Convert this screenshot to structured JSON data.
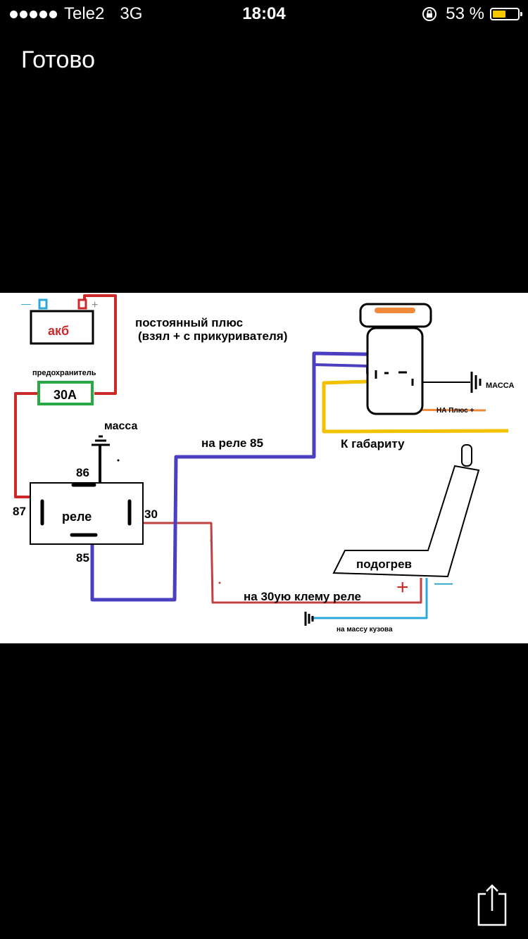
{
  "status_bar": {
    "carrier": "Tele2",
    "network": "3G",
    "time": "18:04",
    "battery_percent": "53 %",
    "battery_level": 0.53,
    "battery_color": "#f7c700",
    "icons": [
      "signal-dots-icon",
      "rotation-lock-icon",
      "battery-icon"
    ]
  },
  "nav": {
    "done_label": "Готово"
  },
  "diagram": {
    "battery_label": "акб",
    "battery_minus": "—",
    "battery_plus": "+",
    "fuse_caption": "предохранитель",
    "fuse_label": "30А",
    "constant_plus_line1": "постоянный плюс",
    "constant_plus_line2": "(взял + с прикуривателя)",
    "ground_label": "масса",
    "relay_label": "реле",
    "pin_86": "86",
    "pin_87": "87",
    "pin_30": "30",
    "pin_85": "85",
    "to_relay_85": "на реле 85",
    "switch_ground": "МАССА",
    "switch_plus": "НА Плюс +",
    "to_marker": "К габариту",
    "heater_label": "подогрев",
    "heater_plus": "+",
    "heater_minus": "—",
    "to_relay_30": "на 30ую клему реле",
    "to_body_ground": "на массу кузова",
    "colors": {
      "red": "#cc2a2a",
      "blue": "#4a3fc0",
      "green": "#2aa845",
      "yellow": "#f2c200",
      "orange": "#f08a3a",
      "cyan": "#2aa8d8",
      "teal": "#1a9bc0"
    }
  },
  "toolbar": {
    "share_icon": "share-icon"
  }
}
